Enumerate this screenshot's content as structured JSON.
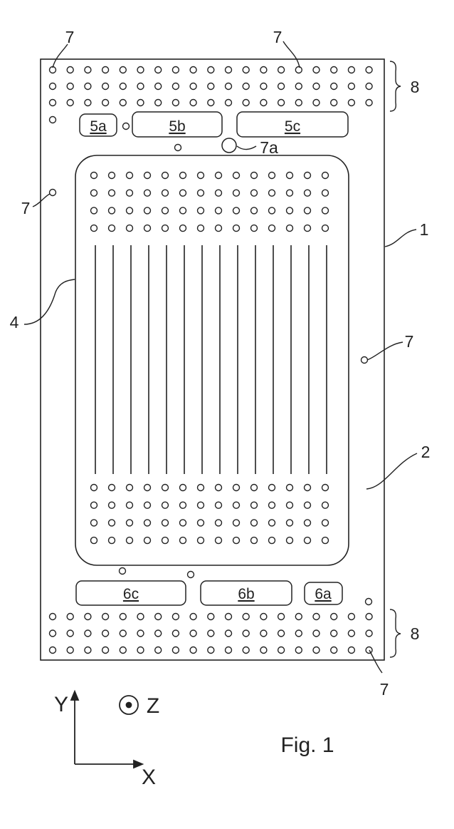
{
  "figure": {
    "caption": "Fig. 1"
  },
  "references": {
    "plate": "1",
    "field": "2",
    "seal": "4",
    "hole": "7",
    "main_hole": "7a",
    "group": "8"
  },
  "ports": {
    "top": [
      "5a",
      "5b",
      "5c"
    ],
    "bottom": [
      "6c",
      "6b",
      "6a"
    ]
  },
  "axes": {
    "x": "X",
    "y": "Y",
    "z": "Z"
  }
}
